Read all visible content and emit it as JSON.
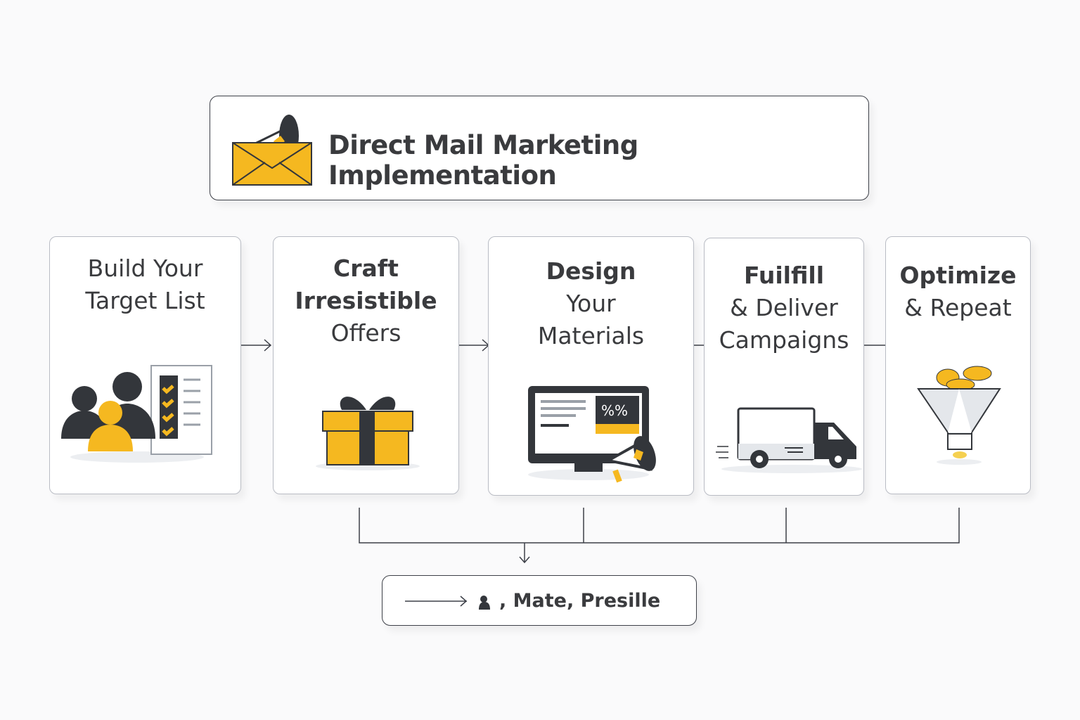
{
  "header": {
    "title": "Direct Mail Marketing Implementation",
    "icon": "envelope-megaphone-icon"
  },
  "steps": [
    {
      "lines": [
        "Build Your",
        "Target List"
      ],
      "bold": [
        false,
        false
      ],
      "icon": "audience-checklist-icon"
    },
    {
      "lines": [
        "Craft",
        "Irresistible",
        "Offers"
      ],
      "bold": [
        true,
        true,
        false
      ],
      "icon": "gift-icon"
    },
    {
      "lines": [
        "Design",
        "Your",
        "Materials"
      ],
      "bold": [
        true,
        false,
        false
      ],
      "icon": "monitor-megaphone-icon"
    },
    {
      "lines": [
        "Fuilfill",
        "& Deliver",
        "Campaigns"
      ],
      "bold": [
        true,
        false,
        false
      ],
      "icon": "delivery-truck-icon"
    },
    {
      "lines": [
        "Optimize",
        "& Repeat"
      ],
      "bold": [
        true,
        false
      ],
      "icon": "funnel-coins-icon"
    }
  ],
  "footer": {
    "label": "Mate, Presille",
    "icon": "person-icon"
  },
  "colors": {
    "accent": "#f5b820",
    "dark": "#33363b",
    "border": "#3d4048"
  }
}
